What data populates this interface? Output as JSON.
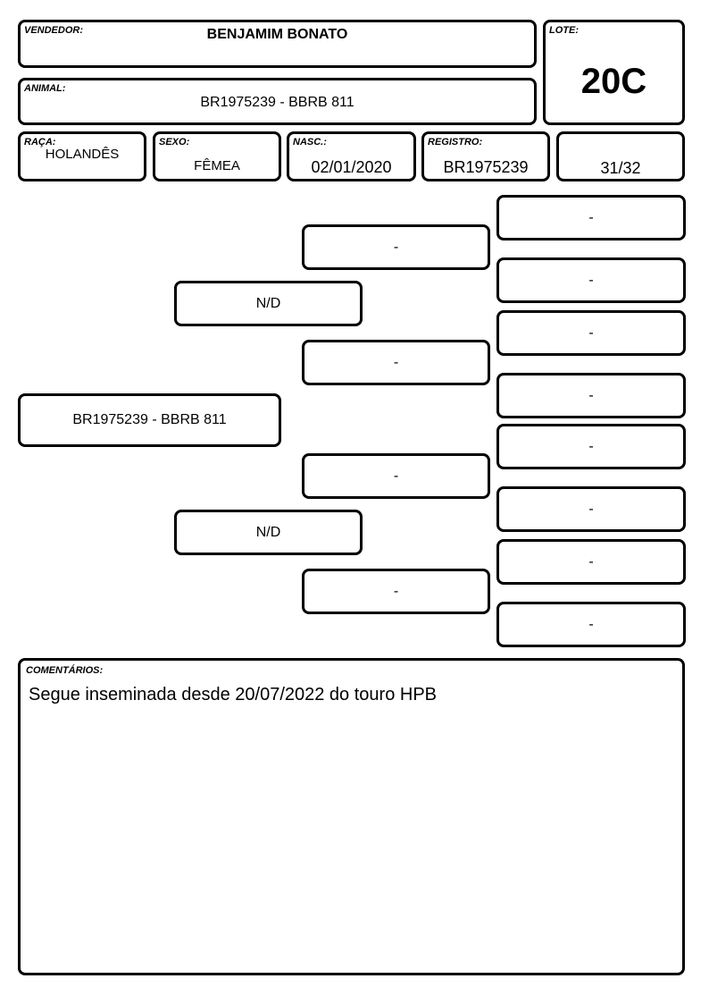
{
  "header": {
    "vendedor_label": "VENDEDOR:",
    "vendedor": "BENJAMIM BONATO",
    "lote_label": "LOTE:",
    "lote": "20C",
    "animal_label": "ANIMAL:",
    "animal": "BR1975239 - BBRB 811"
  },
  "info": {
    "raca_label": "RAÇA:",
    "raca": "HOLANDÊS",
    "sexo_label": "SEXO:",
    "sexo": "FÊMEA",
    "nasc_label": "NASC.:",
    "nasc": "02/01/2020",
    "registro_label": "REGISTRO:",
    "registro": "BR1975239",
    "count": "31/32"
  },
  "pedigree": {
    "animal": "BR1975239 - BBRB 811",
    "parents": [
      "N/D",
      "N/D"
    ],
    "grandparents": [
      "-",
      "-",
      "-",
      "-"
    ],
    "great_grandparents": [
      "-",
      "-",
      "-",
      "-",
      "-",
      "-",
      "-",
      "-"
    ]
  },
  "comments": {
    "label": "COMENTÁRIOS:",
    "text": "Segue inseminada desde 20/07/2022 do touro HPB"
  }
}
